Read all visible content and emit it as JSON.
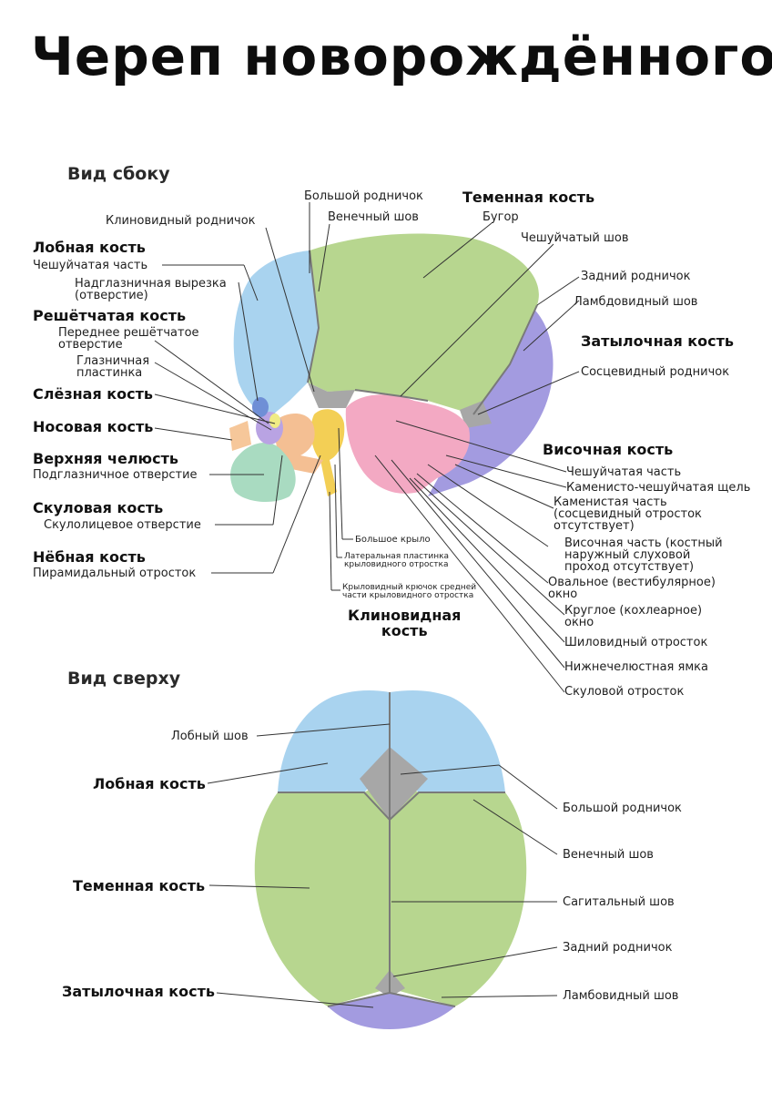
{
  "title": "Череп новорождённого",
  "side_view": {
    "heading": "Вид сбоку",
    "labels": {
      "bolshoy_rodnichok": "Большой родничок",
      "venechny_shov": "Венечный шов",
      "klinovidny_rodnichok": "Клиновидный родничок",
      "temennaya_kost": "Теменная кость",
      "bugor": "Бугор",
      "cheshuychaty_shov": "Чешуйчатый шов",
      "zadniy_rodnichok": "Задний родничок",
      "lambdovidny_shov": "Ламбдовидный шов",
      "zatylochnaya_kost": "Затылочная кость",
      "sostsevidny_rodnichok": "Сосцевидный родничок",
      "lobnaya_kost": "Лобная кость",
      "cheshuychataya_chast": "Чешуйчатая часть",
      "nadglaznichnaya": "Надглазничная вырезка\n(отверстие)",
      "reshetchataya_kost": "Решётчатая кость",
      "perednee_reshetchatoe": "Переднее решётчатое\nотверстие",
      "glaznichnaya_plastinka": "Глазничная\nпластинка",
      "slyoznaya_kost": "Слёзная кость",
      "nosovaya_kost": "Носовая кость",
      "verkhnyaya_chelyust": "Верхняя челюсть",
      "podglaznichnoe": "Подглазничное отверстие",
      "skulovaya_kost": "Скуловая кость",
      "skulolitsevoe": "Скулолицевое отверстие",
      "nyobnaya_kost": "Нёбная кость",
      "piramidalny": "Пирамидальный отросток",
      "bolshoe_krylo": "Большое крыло",
      "lateralnaya_plastinka": "Латеральная пластинка\nкрыловидного отростка",
      "krylovidny_kryuchok": "Крыловидный крючок средней\nчасти крыловидного отростка",
      "klinovidnaya_kost": "Клиновидная\nкость",
      "visochnaya_kost": "Височная кость",
      "vis_cheshuychataya": "Чешуйчатая часть",
      "kamenisto_cheshuychataya": "Каменисто-чешуйчатая щель",
      "kamenistaya_chast": "Каменистая часть\n(сосцевидный отросток\nотсутствует)",
      "visochnaya_chast": "Височная часть (костный\nнаружный слуховой\nпроход отсутствует)",
      "ovalnoe": "Овальное (вестибулярное)\nокно",
      "krugloe": "Круглое (кохлеарное)\nокно",
      "shilovidny": "Шиловидный отросток",
      "nizhnechelyustnaya": "Нижнечелюстная ямка",
      "skulovoy_otrostok": "Скуловой отросток"
    }
  },
  "top_view": {
    "heading": "Вид сверху",
    "labels": {
      "lobny_shov": "Лобный шов",
      "lobnaya_kost": "Лобная кость",
      "temennaya_kost": "Теменная кость",
      "zatylochnaya_kost": "Затылочная кость",
      "bolshoy_rodnichok": "Большой родничок",
      "venechny_shov": "Венечный шов",
      "sagittalny_shov": "Сагитальный шов",
      "zadniy_rodnichok": "Задний родничок",
      "lambovidny_shov": "Ламбовидный шов"
    }
  },
  "colors": {
    "frontal": "#a9d3ef",
    "parietal": "#b7d68f",
    "occipital": "#a39be0",
    "temporal": "#f3a9c3",
    "sphenoid": "#f3cf55",
    "zygomatic": "#f4bf93",
    "maxilla": "#a9dbc1",
    "ethmoid": "#b9a3e3",
    "lacrimal": "#f0ec85",
    "nasal": "#f6c79a",
    "fontanelle": "#a7a7a7"
  }
}
